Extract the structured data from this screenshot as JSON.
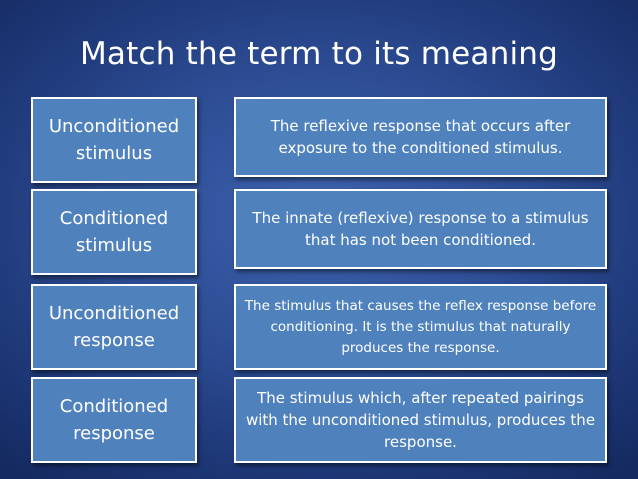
{
  "title": "Match the term to its meaning",
  "terms": [
    "Unconditioned stimulus",
    "Conditioned stimulus",
    "Unconditioned response",
    "Conditioned response"
  ],
  "definitions": [
    "The reflexive response that occurs after exposure to the conditioned stimulus.",
    "The innate (reflexive) response to a stimulus that has not been conditioned.",
    "The stimulus that causes the reflex response before conditioning. It is the stimulus that naturally produces the response.",
    "The stimulus which, after repeated pairings with the unconditioned stimulus, produces the response."
  ],
  "colors": {
    "background": "#2c4b92",
    "box_fill": "#4f81bd",
    "box_border": "#ffffff",
    "text": "#ffffff"
  }
}
